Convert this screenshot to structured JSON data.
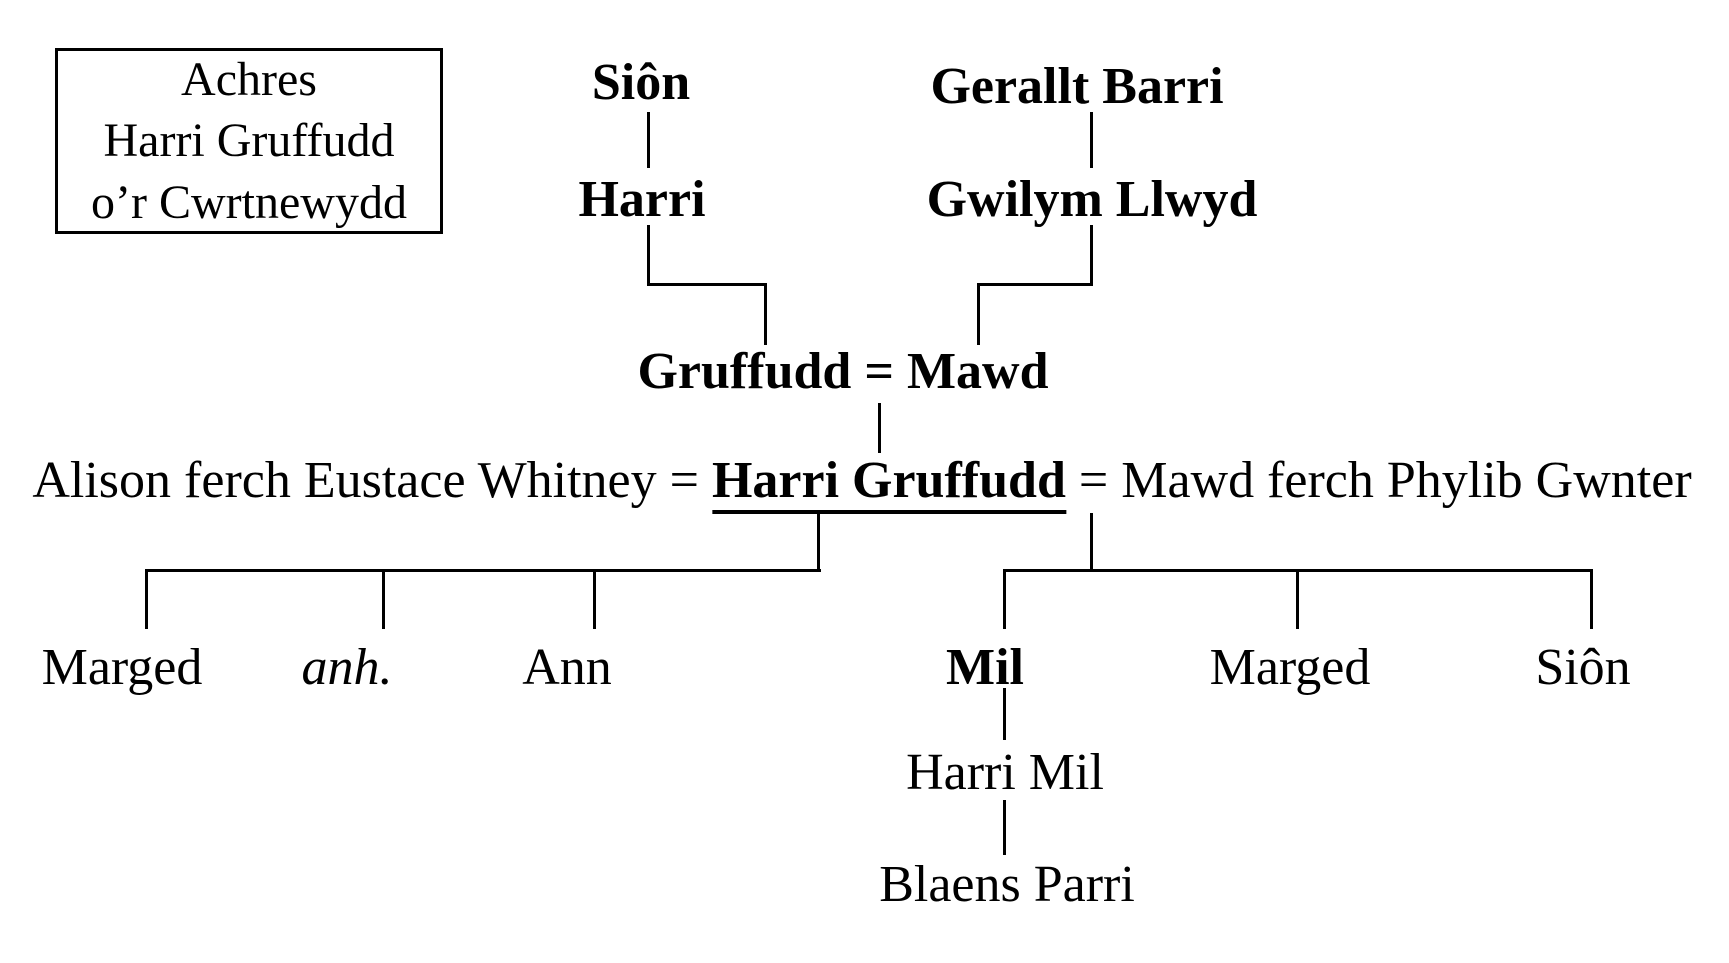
{
  "title_box": {
    "line1": "Achres",
    "line2": "Harri Gruffudd",
    "line3": "o’r Cwrtnewydd"
  },
  "generation1": {
    "sion_elder": "Siôn",
    "gerallt_barri": "Gerallt Barri"
  },
  "generation2": {
    "harri_elder": "Harri",
    "gwilym_llwyd": "Gwilym Llwyd"
  },
  "generation3": {
    "gruffudd_mawd_marriage": "Gruffudd = Mawd"
  },
  "generation4": {
    "wife1": "Alison ferch Eustace Whitney",
    "equals1": "=",
    "subject": "Harri Gruffudd",
    "equals2": "=",
    "wife2": "Mawd ferch Phylib Gwnter"
  },
  "generation5": {
    "left_children": {
      "child1": "Marged",
      "child2": "anh.",
      "child3": "Ann"
    },
    "right_children": {
      "child1": "Mil",
      "child2": "Marged",
      "child3": "Siôn"
    }
  },
  "generation6": {
    "harri_mil": "Harri Mil"
  },
  "generation7": {
    "blaens_parri": "Blaens Parri"
  },
  "colors": {
    "line": "#000000",
    "text": "#000000",
    "background": "#ffffff"
  }
}
